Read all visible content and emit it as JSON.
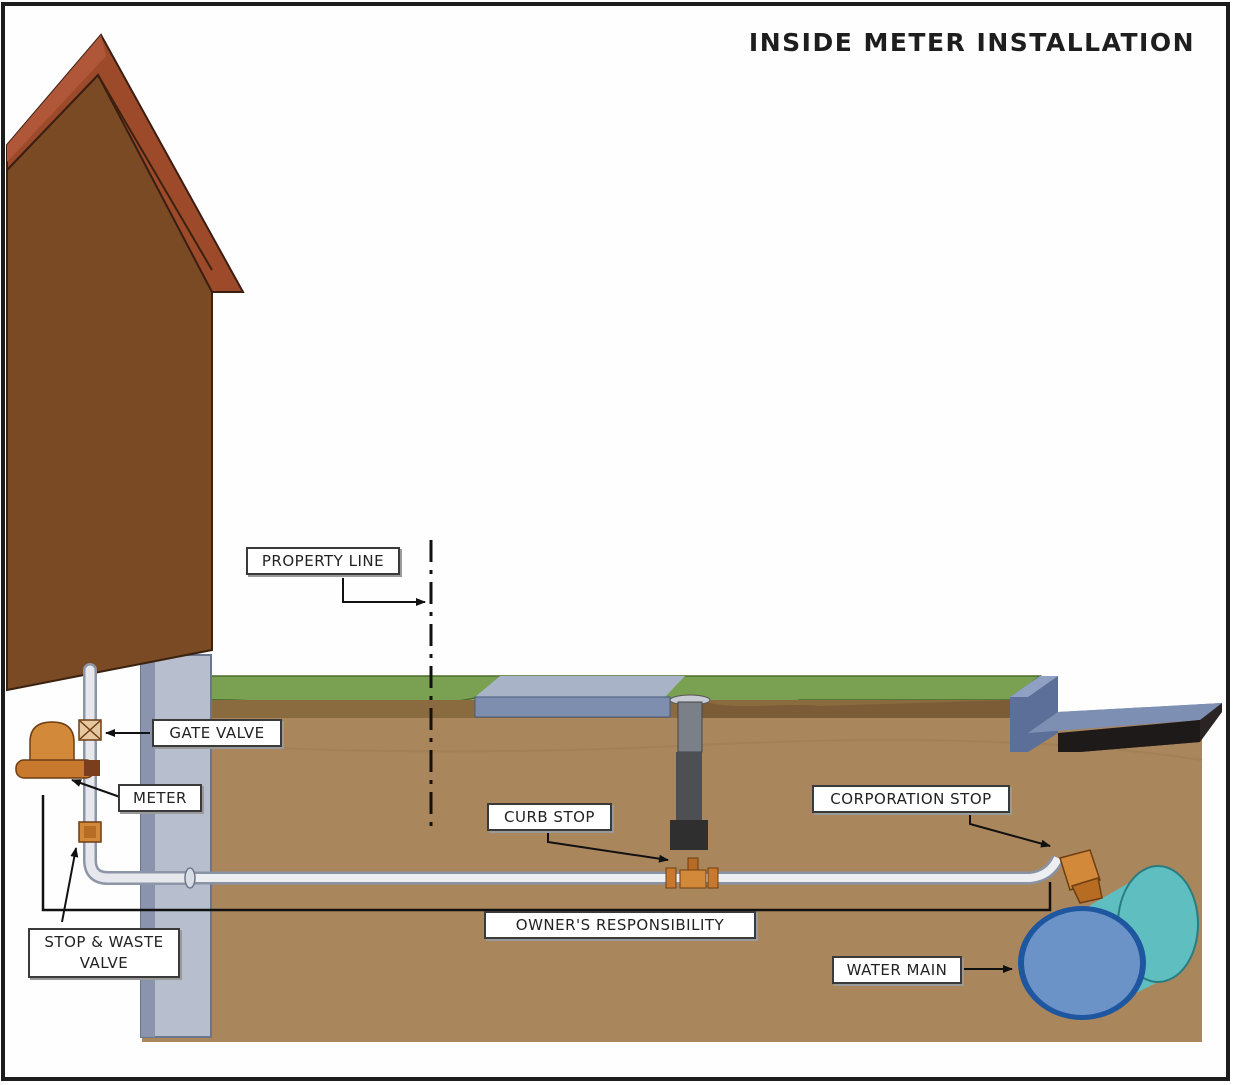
{
  "title": "INSIDE METER INSTALLATION",
  "labels": {
    "property_line": "PROPERTY LINE",
    "gate_valve": "GATE VALVE",
    "meter": "METER",
    "curb_stop": "CURB STOP",
    "corporation_stop": "CORPORATION STOP",
    "owners_responsibility": "OWNER'S RESPONSIBILITY",
    "stop_waste_valve": "STOP & WASTE VALVE",
    "water_main": "WATER MAIN"
  },
  "colors": {
    "house_wall": "#7a4a25",
    "roof": "#9c4a2a",
    "foundation": "#b7bfcf",
    "soil": "#aa865c",
    "grass": "#7aa052",
    "sidewalk": "#8a99b6",
    "water_main": "#5a8ed0",
    "pipe": "#e8eaee",
    "fittings": "#c9792e"
  }
}
